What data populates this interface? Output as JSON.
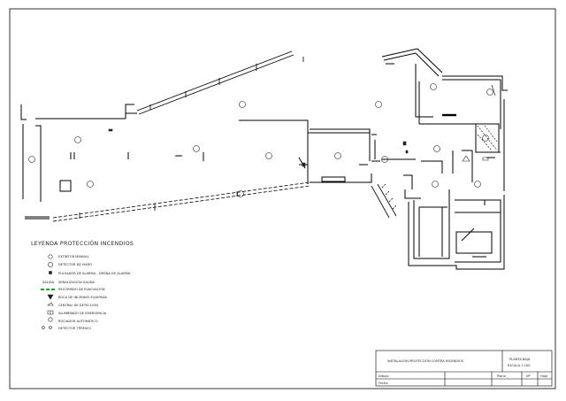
{
  "legend": {
    "title": "LEYENDA PROTECCIÓN INCENDIOS",
    "items": [
      {
        "symbol": "extinguisher-icon",
        "label": "EXTINTOR MANUAL"
      },
      {
        "symbol": "smoke-detector-icon",
        "label": "DETECTOR DE HUMO"
      },
      {
        "symbol": "manual-alarm-icon",
        "label": "PULSADOR DE ALARMA - SIRENA DE ALARMA"
      },
      {
        "symbol": "exit-sign-icon",
        "label": "SEÑALIZACIÓN SALIDA"
      },
      {
        "symbol": "evacuation-route-icon",
        "label": "RECORRIDO DE EVACUACIÓN"
      },
      {
        "symbol": "bie-icon",
        "label": "BOCA DE INCENDIO EQUIPADA"
      },
      {
        "symbol": "control-panel-icon",
        "label": "CENTRAL DE DETECCIÓN"
      },
      {
        "symbol": "emergency-light-icon",
        "label": "ALUMBRADO DE EMERGENCIA"
      },
      {
        "symbol": "sprinkler-icon",
        "label": "ROCIADOR AUTOMÁTICO"
      },
      {
        "symbol": "sensor-icon",
        "label": "DETECTOR TÉRMICO"
      }
    ]
  },
  "title_block": {
    "project": "INSTALACIÓN PROTECCIÓN CONTRA INCENDIOS",
    "plan_label": "PLANTA BAJA",
    "scale": "ESCALA 1:100",
    "row_labels": [
      "Dibujo",
      "Fecha"
    ],
    "cells": [
      "Plano",
      "Nº",
      "Hoja"
    ]
  },
  "colors": {
    "wall": "#000000",
    "line": "#222222",
    "evacuation": "#1fa31f",
    "paper": "#ffffff"
  }
}
